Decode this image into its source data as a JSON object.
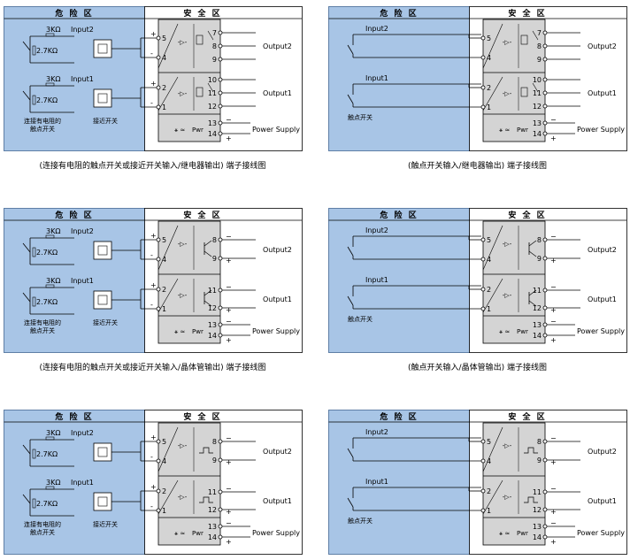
{
  "labels": {
    "danger_zone": "危 险 区",
    "safe_zone": "安 全 区",
    "input1": "Input1",
    "input2": "Input2",
    "output1": "Output1",
    "output2": "Output2",
    "power_supply": "Power Supply",
    "pwr": "Pwr",
    "r_top": "3KΩ",
    "r_bottom": "2.7KΩ",
    "contact_with_resistor": [
      "连接有电阻的",
      "触点开关"
    ],
    "proximity_switch": "接近开关",
    "contact_switch": "触点开关"
  },
  "diagrams": [
    {
      "caption": "(连接有电阻的触点开关或接近开关输入/继电器输出) 端子接线图",
      "input_type": "resistor_proximity",
      "output_type": "relay",
      "out2_terms": [
        "7",
        "8",
        "9"
      ],
      "out1_terms": [
        "10",
        "11",
        "12"
      ]
    },
    {
      "caption": "(触点开关输入/继电器输出) 端子接线图",
      "input_type": "contact",
      "output_type": "relay",
      "out2_terms": [
        "7",
        "8",
        "9"
      ],
      "out1_terms": [
        "10",
        "11",
        "12"
      ]
    },
    {
      "caption": "(连接有电阻的触点开关或接近开关输入/晶体管输出) 端子接线图",
      "input_type": "resistor_proximity",
      "output_type": "transistor",
      "out2_terms": [
        "8",
        "9"
      ],
      "out1_terms": [
        "11",
        "12"
      ]
    },
    {
      "caption": "(触点开关输入/晶体管输出) 端子接线图",
      "input_type": "contact",
      "output_type": "transistor",
      "out2_terms": [
        "8",
        "9"
      ],
      "out1_terms": [
        "11",
        "12"
      ]
    },
    {
      "caption": "",
      "input_type": "resistor_proximity",
      "output_type": "pulse",
      "out2_terms": [
        "8",
        "9"
      ],
      "out1_terms": [
        "11",
        "12"
      ]
    },
    {
      "caption": "",
      "input_type": "contact",
      "output_type": "pulse",
      "out2_terms": [
        "8",
        "9"
      ],
      "out1_terms": [
        "11",
        "12"
      ]
    }
  ],
  "input_terms": {
    "in2": [
      "5",
      "4"
    ],
    "in1": [
      "2",
      "1"
    ]
  },
  "power_terms": [
    "13",
    "14"
  ],
  "colors": {
    "danger_fill": "#a8c5e6",
    "danger_border": "#5f7fa6",
    "module_fill": "#d4d4d4",
    "line": "#000000"
  }
}
